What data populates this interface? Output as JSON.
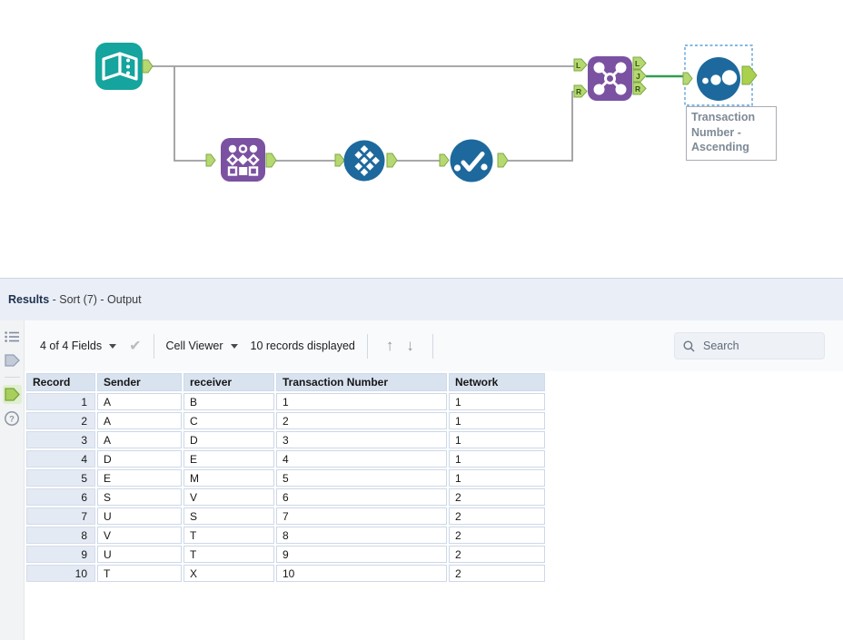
{
  "canvas": {
    "sort_annotation": "Transaction Number - Ascending",
    "join_anchor_labels": {
      "in_left": "L",
      "in_right": "R",
      "out_left": "L",
      "out_join": "J",
      "out_right": "R"
    },
    "icons": {
      "input_data_tool": "open-book",
      "union_tool": "shape-grid",
      "tile_tool": "diamond-grid",
      "unique_tool": "checkmark-dots",
      "join_tool": "node-network",
      "sort_tool": "ascending-dots"
    },
    "colors": {
      "tool_teal": "#15a49e",
      "tool_purple": "#7b51a1",
      "tool_blue": "#1d699d",
      "anchor_green": "#b5d871",
      "anchor_border": "#7fa845",
      "wire_gray": "#9d9da0",
      "wire_green": "#2f9e4f",
      "selection_blue": "#5ba0d9"
    }
  },
  "results": {
    "header": {
      "title": "Results",
      "context": " - Sort (7) - Output"
    },
    "toolbar": {
      "fields_selector": "4 of 4 Fields",
      "check_glyph": "✔",
      "cell_viewer": "Cell Viewer",
      "records_displayed": "10 records displayed",
      "up_glyph": "↑",
      "down_glyph": "↓",
      "search_placeholder": "Search"
    },
    "rail": {
      "help_glyph": "?"
    },
    "table": {
      "columns": [
        "Record",
        "Sender",
        "receiver",
        "Transaction Number",
        "Network"
      ],
      "rows": [
        [
          "1",
          "A",
          "B",
          "1",
          "1"
        ],
        [
          "2",
          "A",
          "C",
          "2",
          "1"
        ],
        [
          "3",
          "A",
          "D",
          "3",
          "1"
        ],
        [
          "4",
          "D",
          "E",
          "4",
          "1"
        ],
        [
          "5",
          "E",
          "M",
          "5",
          "1"
        ],
        [
          "6",
          "S",
          "V",
          "6",
          "2"
        ],
        [
          "7",
          "U",
          "S",
          "7",
          "2"
        ],
        [
          "8",
          "V",
          "T",
          "8",
          "2"
        ],
        [
          "9",
          "U",
          "T",
          "9",
          "2"
        ],
        [
          "10",
          "T",
          "X",
          "10",
          "2"
        ]
      ]
    }
  }
}
